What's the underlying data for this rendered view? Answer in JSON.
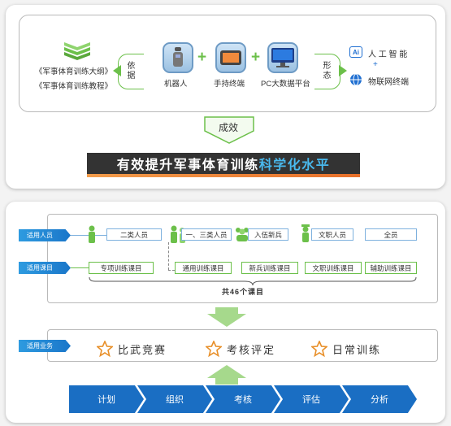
{
  "top": {
    "sources": [
      "《军事体育训练大纲》",
      "《军事体育训练教程》"
    ],
    "basis_label": "依据",
    "devices": [
      {
        "label": "机器人",
        "icon": "robot-icon"
      },
      {
        "label": "手持终端",
        "icon": "handheld-terminal-icon"
      },
      {
        "label": "PC大数据平台",
        "icon": "pc-big-data-platform-icon"
      }
    ],
    "form_label": "形态",
    "ai_badge": "Ai",
    "ai_label": "人 工 智 能",
    "plus_symbol": "+",
    "iot_label": "物联网终端",
    "result_label": "成效",
    "banner_white": "有效提升军事体育训练",
    "banner_blue": "科学化水平"
  },
  "bottom": {
    "tags": {
      "personnel": "适用人员",
      "courses": "适用课目",
      "business": "适用业务"
    },
    "personnel": [
      "二类人员",
      "一、三类人员",
      "入伍新兵",
      "文职人员",
      "全员"
    ],
    "courses": [
      "专项训练课目",
      "通用训练课目",
      "新兵训练课目",
      "文职训练课目",
      "辅助训练课目"
    ],
    "total": "共46个课目",
    "businesses": [
      "比武竞赛",
      "考核评定",
      "日常训练"
    ],
    "flow": [
      "计划",
      "组织",
      "考核",
      "评估",
      "分析"
    ]
  },
  "colors": {
    "green": "#6cc04a",
    "blue": "#1a6ec3",
    "orange": "#e8702a",
    "light_blue": "#49b9ee"
  }
}
